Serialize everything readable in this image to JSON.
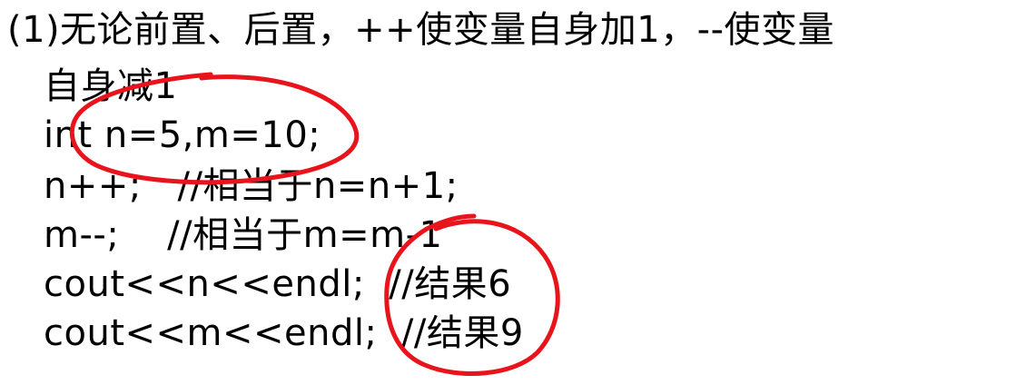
{
  "lines": [
    "(1)无论前置、后置，++使变量自身加1，--使变量",
    "自身减1",
    "int n=5,m=10;",
    "n++;   //相当于n=n+1;",
    "m--;    //相当于m=m-1",
    "cout<<n<<endl;  //结果6",
    "cout<<m<<endl;  //结果9"
  ],
  "annotation_color": "#e8141c"
}
